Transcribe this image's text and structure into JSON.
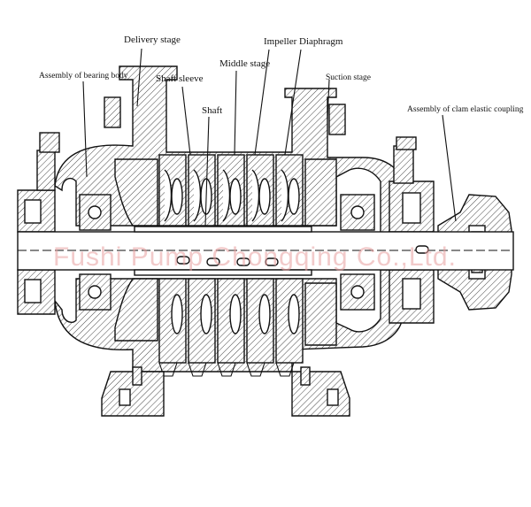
{
  "labels": {
    "delivery_stage": "Delivery stage",
    "assembly_bearing_body": "Assembly of bearing body",
    "shaft_sleeve": "Shaft sleeve",
    "middle_stage": "Middle stage",
    "impeller": "Impeller",
    "diaphragm": "Diaphragm",
    "suction_stage": "Suction stage",
    "shaft": "Shaft",
    "assembly_clam_coupling": "Assembly of clam elastic coupling"
  },
  "watermark": {
    "text": "Fushi Pump Chongqing Co.,Ltd.",
    "color": "#e8a0a0"
  }
}
